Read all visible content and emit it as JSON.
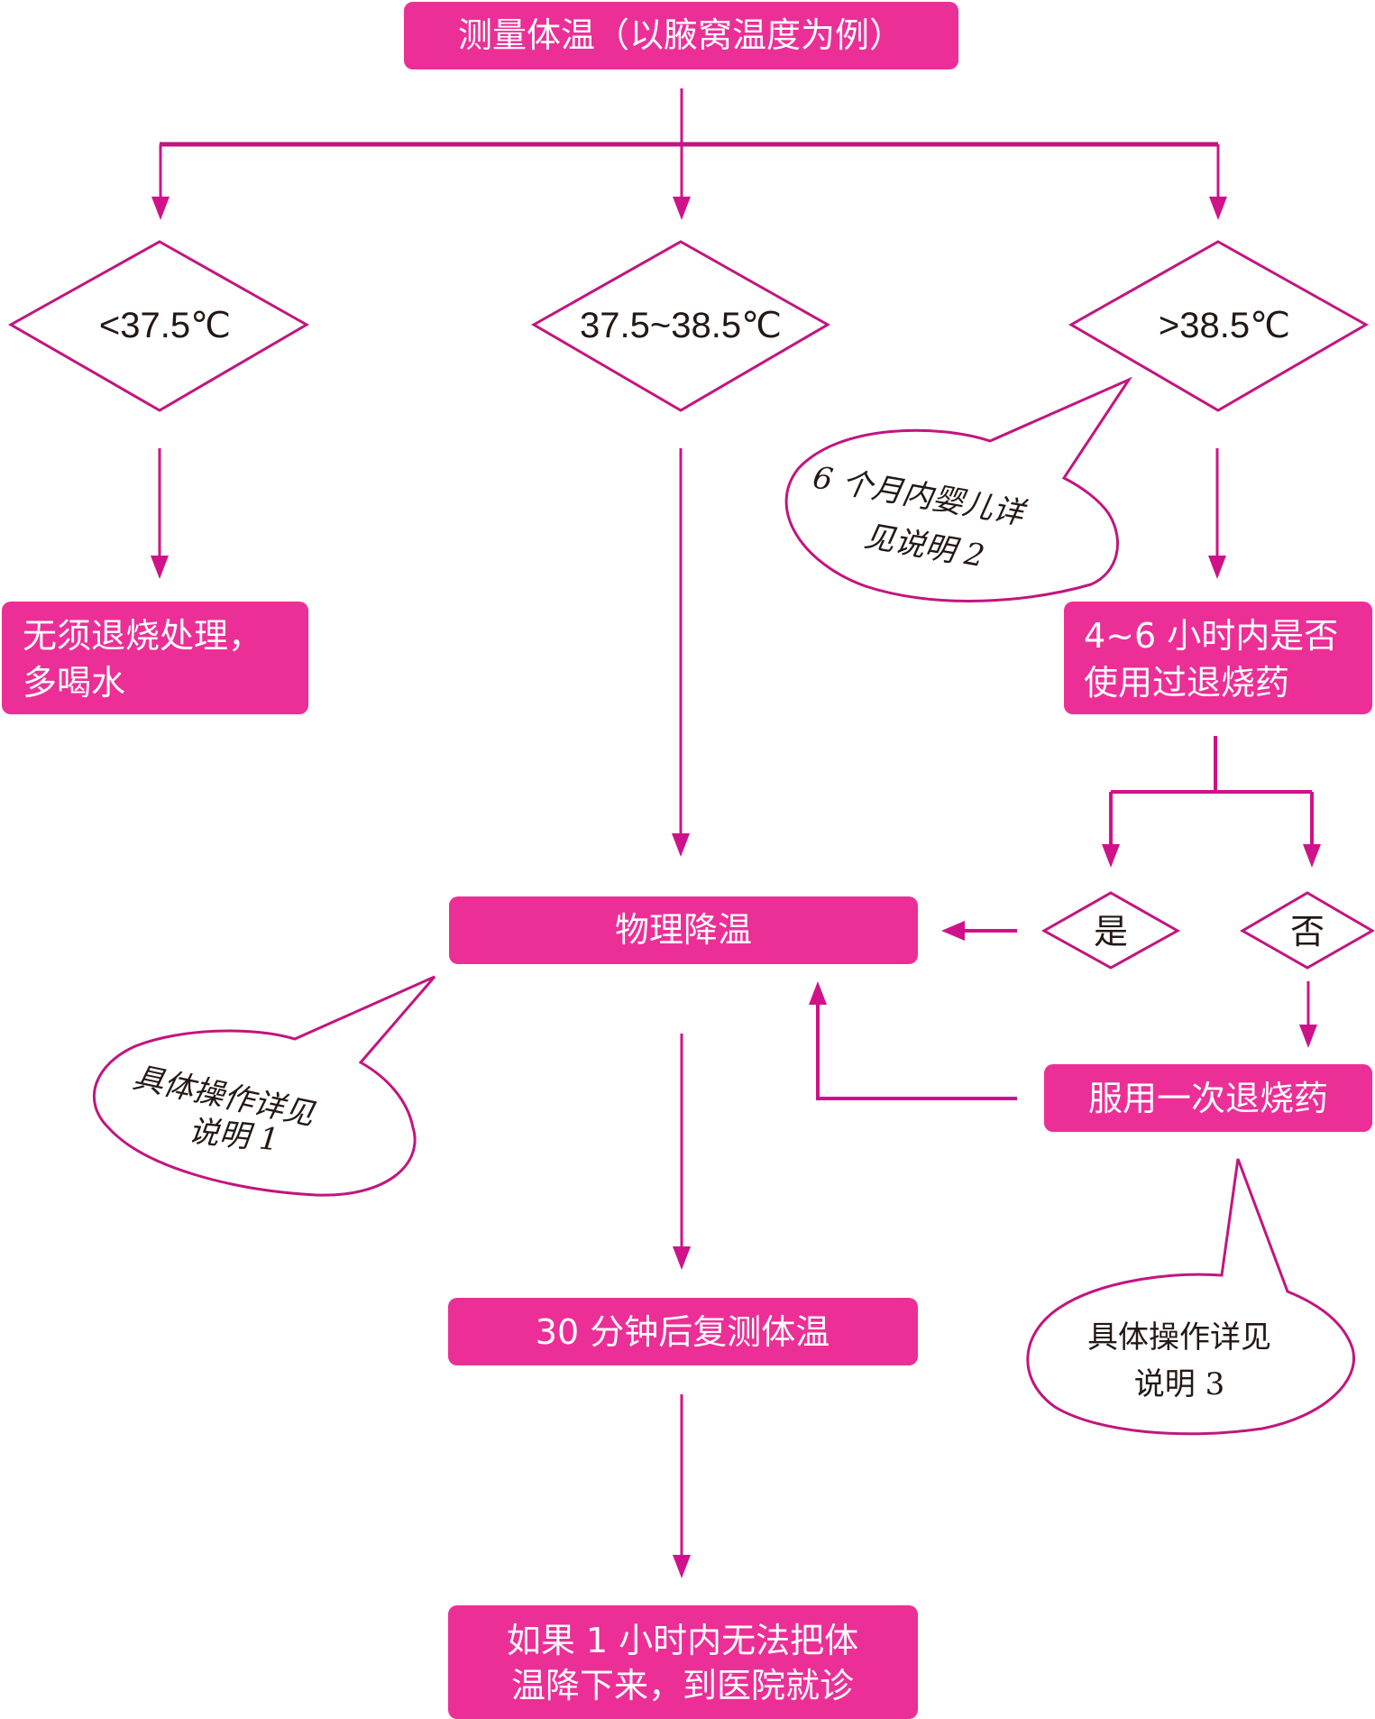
{
  "colors": {
    "box_fill": "#EC2F97",
    "line": "#D0128A",
    "diamond_stroke": "#C2157F",
    "text_dark": "#231815",
    "text_light": "#FFFFFF"
  },
  "flowchart": {
    "start": {
      "label": "测量体温（以腋窝温度为例）"
    },
    "conditions": {
      "low": {
        "label": "<37.5℃"
      },
      "mid": {
        "label": "37.5~38.5℃"
      },
      "high": {
        "label": ">38.5℃"
      }
    },
    "low_action": {
      "lines": [
        "无须退烧处理，",
        "多喝水"
      ]
    },
    "high_question": {
      "lines": [
        "4~6 小时内是否",
        "使用过退烧药"
      ]
    },
    "answers": {
      "yes": {
        "label": "是"
      },
      "no": {
        "label": "否"
      }
    },
    "physical_cooling": {
      "label": "物理降温"
    },
    "take_medicine": {
      "label": "服用一次退烧药"
    },
    "recheck": {
      "label": "30 分钟后复测体温"
    },
    "final": {
      "lines": [
        "如果 1 小时内无法把体",
        "温降下来，到医院就诊"
      ]
    },
    "notes": {
      "note2": {
        "lines": [
          "6 个月内婴儿详",
          "见说明 2"
        ]
      },
      "note1": {
        "lines": [
          "具体操作详见",
          "说明 1"
        ]
      },
      "note3": {
        "lines": [
          "具体操作详见",
          "说明 3"
        ]
      }
    }
  }
}
